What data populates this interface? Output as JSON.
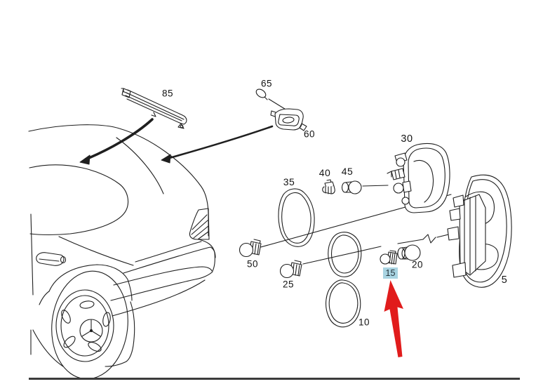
{
  "page": {
    "background": "#ffffff"
  },
  "diagram": {
    "description": "Exploded parts diagram of a Mercedes rear tail-lamp assembly with rear-quarter car illustration",
    "colors": {
      "line": "#1f1f1f",
      "highlight_bg": "#a9d4e2",
      "pointer_red": "#e11c1c",
      "bottom_rule": "#3c3c3c",
      "background": "#ffffff"
    },
    "highlighted_part": "15",
    "parts": {
      "p5": {
        "label": "5"
      },
      "p10": {
        "label": "10"
      },
      "p15": {
        "label": "15"
      },
      "p20": {
        "label": "20"
      },
      "p25": {
        "label": "25"
      },
      "p30": {
        "label": "30"
      },
      "p35": {
        "label": "35"
      },
      "p40": {
        "label": "40"
      },
      "p45": {
        "label": "45"
      },
      "p50": {
        "label": "50"
      },
      "p60": {
        "label": "60"
      },
      "p65": {
        "label": "65"
      },
      "p85": {
        "label": "85"
      }
    }
  }
}
